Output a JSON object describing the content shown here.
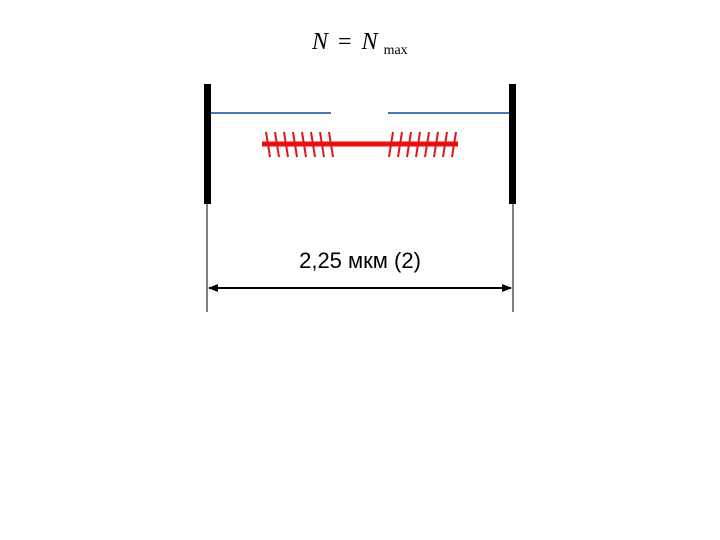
{
  "formula": {
    "lhs": "N",
    "equals": "=",
    "rhs": "N",
    "subscript": "max"
  },
  "dimension": {
    "label": "2,25 мкм (2)"
  },
  "colors": {
    "z_disc": "#000000",
    "actin": "#4a7ab5",
    "myosin": "#e81010",
    "dimension_line": "#000000"
  }
}
